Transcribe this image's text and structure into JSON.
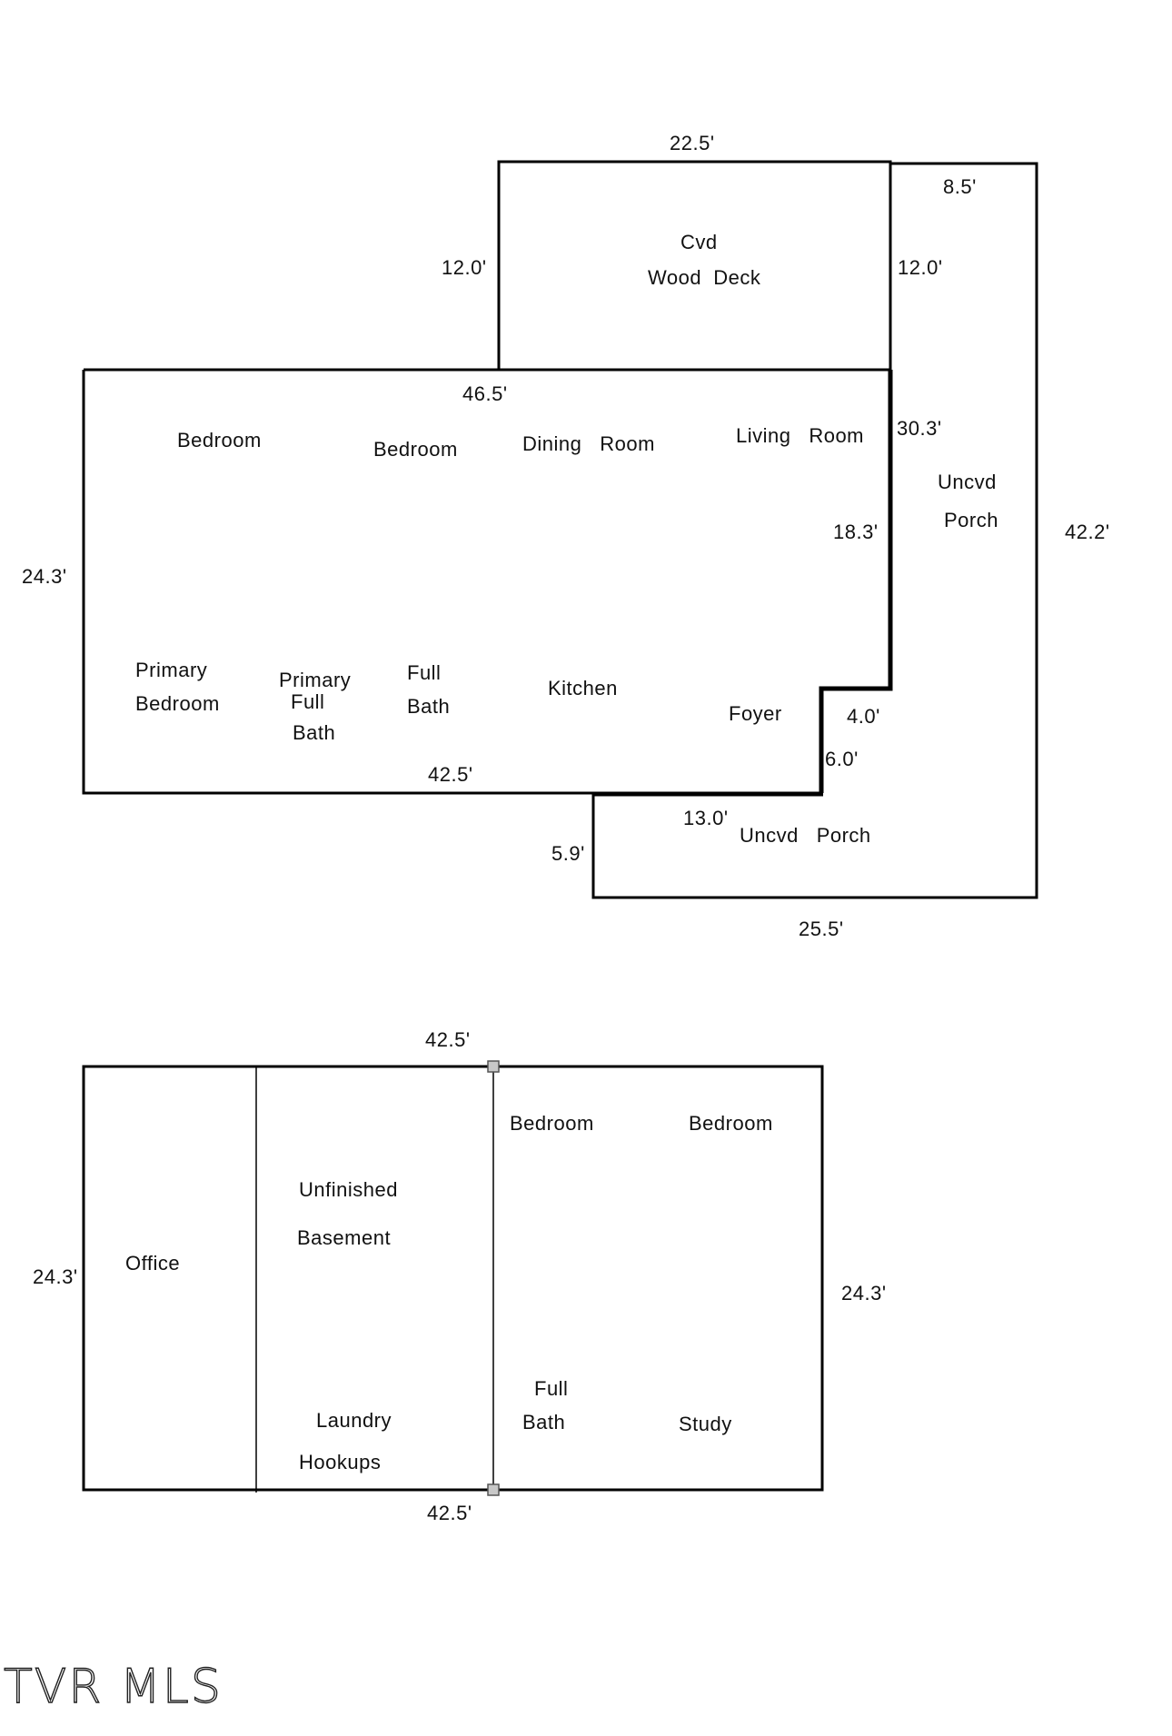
{
  "main_floor": {
    "rooms": {
      "cvd_1": "Cvd",
      "cvd_2": "Wood  Deck",
      "bedroom_1": "Bedroom",
      "bedroom_2": "Bedroom",
      "dining": "Dining   Room",
      "living": "Living   Room",
      "uncvd_porch_right_1": "Uncvd",
      "uncvd_porch_right_2": "Porch",
      "primary_bedroom_1": "Primary",
      "primary_bedroom_2": "Bedroom",
      "primary_bath_1": "Primary",
      "primary_bath_2": "Full",
      "primary_bath_3": "Bath",
      "full_bath_1": "Full",
      "full_bath_2": "Bath",
      "kitchen": "Kitchen",
      "foyer": "Foyer",
      "uncvd_porch_bottom": "Uncvd   Porch"
    },
    "dims": {
      "deck_top": "22.5'",
      "deck_left": "12.0'",
      "deck_right": "12.0'",
      "porch_top": "8.5'",
      "house_top": "46.5'",
      "right_upper": "30.3'",
      "porch_right": "42.2'",
      "right_mid": "18.3'",
      "house_left": "24.3'",
      "step": "4.0'",
      "step_down": "6.0'",
      "house_bottom": "42.5'",
      "porch_inner": "13.0'",
      "porch_left": "5.9'",
      "porch_bottom": "25.5'"
    }
  },
  "basement": {
    "rooms": {
      "office": "Office",
      "unfinished_1": "Unfinished",
      "unfinished_2": "Basement",
      "laundry_1": "Laundry",
      "laundry_2": "Hookups",
      "bedroom_1": "Bedroom",
      "bedroom_2": "Bedroom",
      "full_bath_1": "Full",
      "full_bath_2": "Bath",
      "study": "Study"
    },
    "dims": {
      "top": "42.5'",
      "left": "24.3'",
      "right": "24.3'",
      "bottom": "42.5'"
    }
  },
  "watermark": "TVR MLS"
}
